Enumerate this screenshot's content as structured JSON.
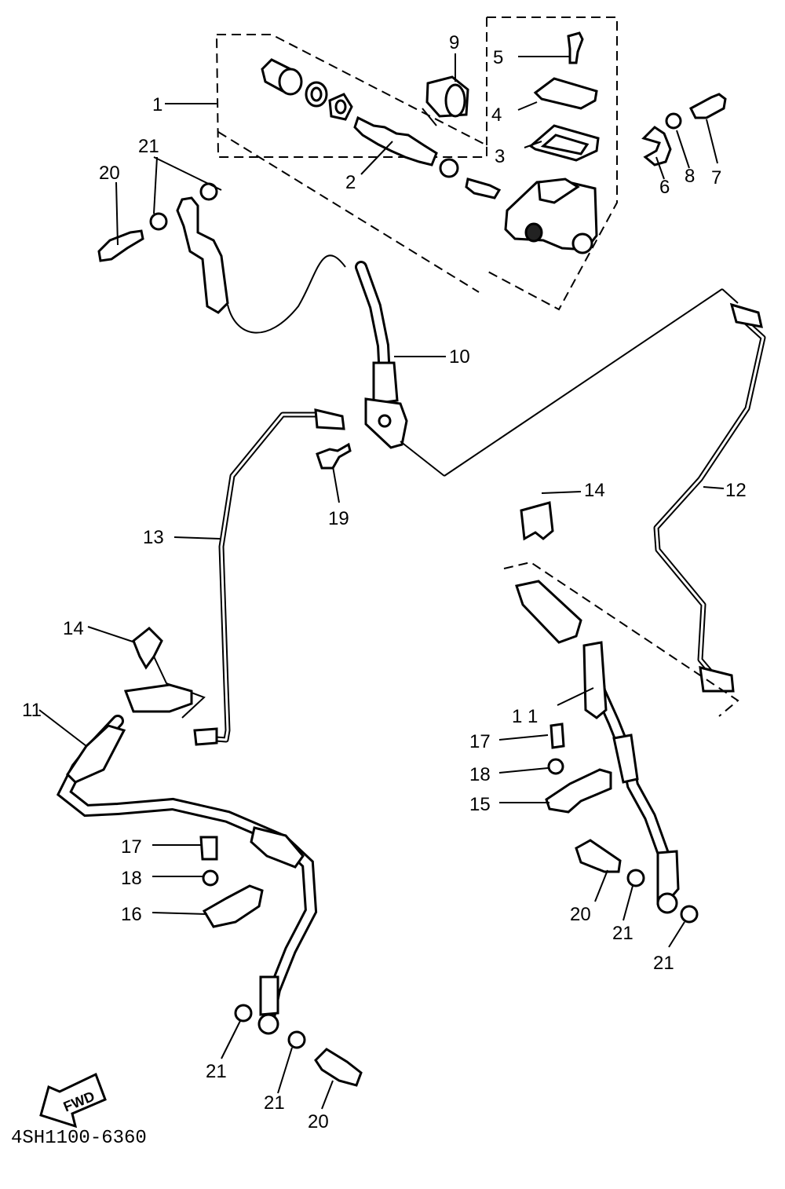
{
  "diagram": {
    "catalog_code": "4SH1100-6360",
    "fwd_arrow_label": "FWD",
    "callouts": {
      "c1": "1",
      "c2": "2",
      "c3": "3",
      "c4": "4",
      "c5": "5",
      "c6": "6",
      "c7": "7",
      "c8": "8",
      "c9": "9",
      "c10": "10",
      "c11a": "11",
      "c11b": "1 1",
      "c12": "12",
      "c13": "13",
      "c14a": "14",
      "c14b": "14",
      "c15": "15",
      "c16": "16",
      "c17a": "17",
      "c17b": "17",
      "c18a": "18",
      "c18b": "18",
      "c19": "19",
      "c20a": "20",
      "c20b": "20",
      "c20c": "20",
      "c21a": "21",
      "c21b": "21",
      "c21c": "21",
      "c21d": "21",
      "c21e": "21"
    }
  }
}
